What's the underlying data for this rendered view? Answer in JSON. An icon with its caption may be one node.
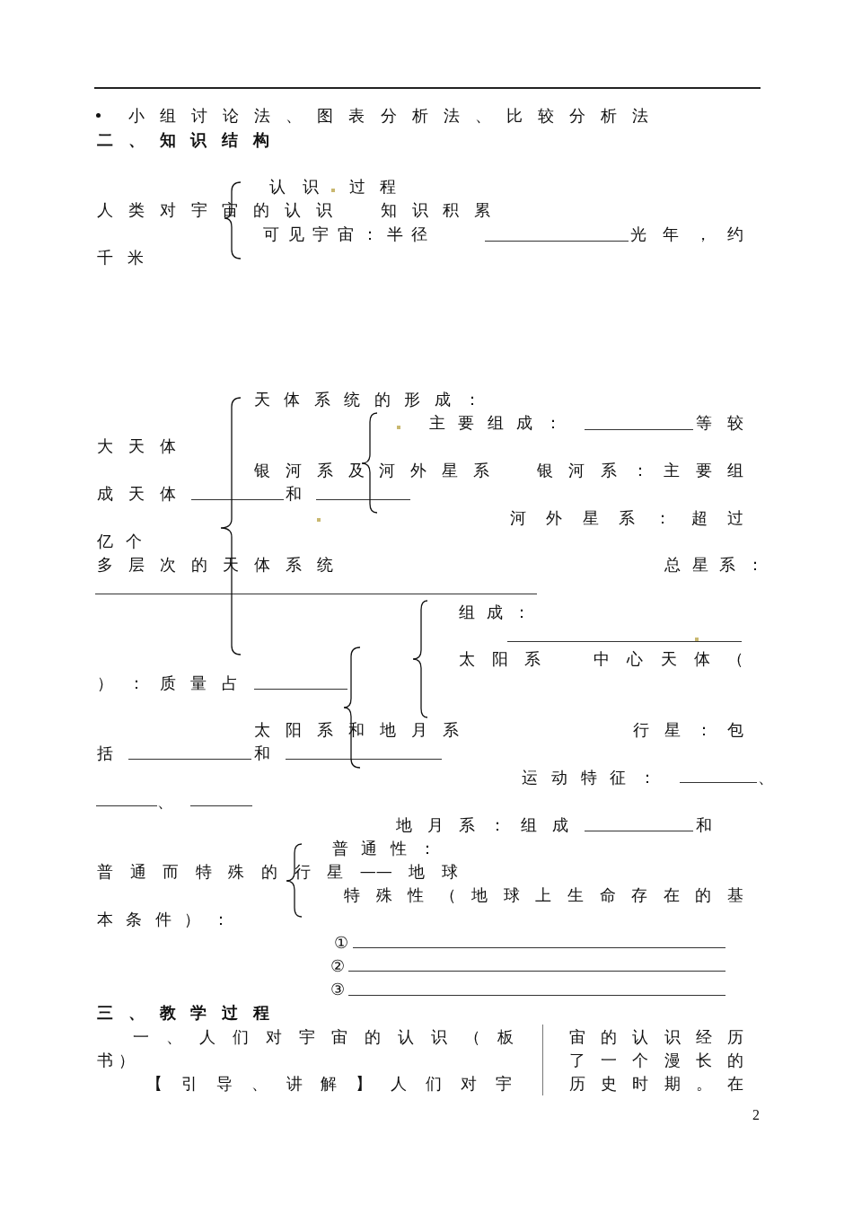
{
  "diagram": {
    "labels": [
      "小组讨论法、图表分析法、比较分析法",
      "二、知识结构",
      "认识",
      "过程",
      "人类对宇宙的认识",
      "知识积累",
      "可见宇宙：半径",
      "光年，约",
      "千米",
      "天体系统的形成：",
      "主要组成：",
      "等较",
      "大天体",
      "银河系及河外星系",
      "银河系：主要组",
      "成天体",
      "和",
      "河外星系：超过",
      "亿个",
      "多层次的天体系统",
      "总星系：",
      "组成：",
      "太阳系",
      "中心天体（",
      "）：质量占",
      "太阳系和地月系",
      "行星：包",
      "括",
      "和",
      "运动特征：",
      "、",
      "、",
      "地月系：组成",
      "和",
      "普通性：",
      "普通而特殊的行星——地球",
      "特殊性（地球上生命存在的基",
      "本条件）：",
      "①",
      "②",
      "③",
      "三、教学过程",
      "一、人们对宇宙的认识（板",
      "书）",
      "【引导、讲解】人们对宇",
      "宙的认识经历",
      "了一个漫长的",
      "历史时期。在",
      "2"
    ]
  }
}
